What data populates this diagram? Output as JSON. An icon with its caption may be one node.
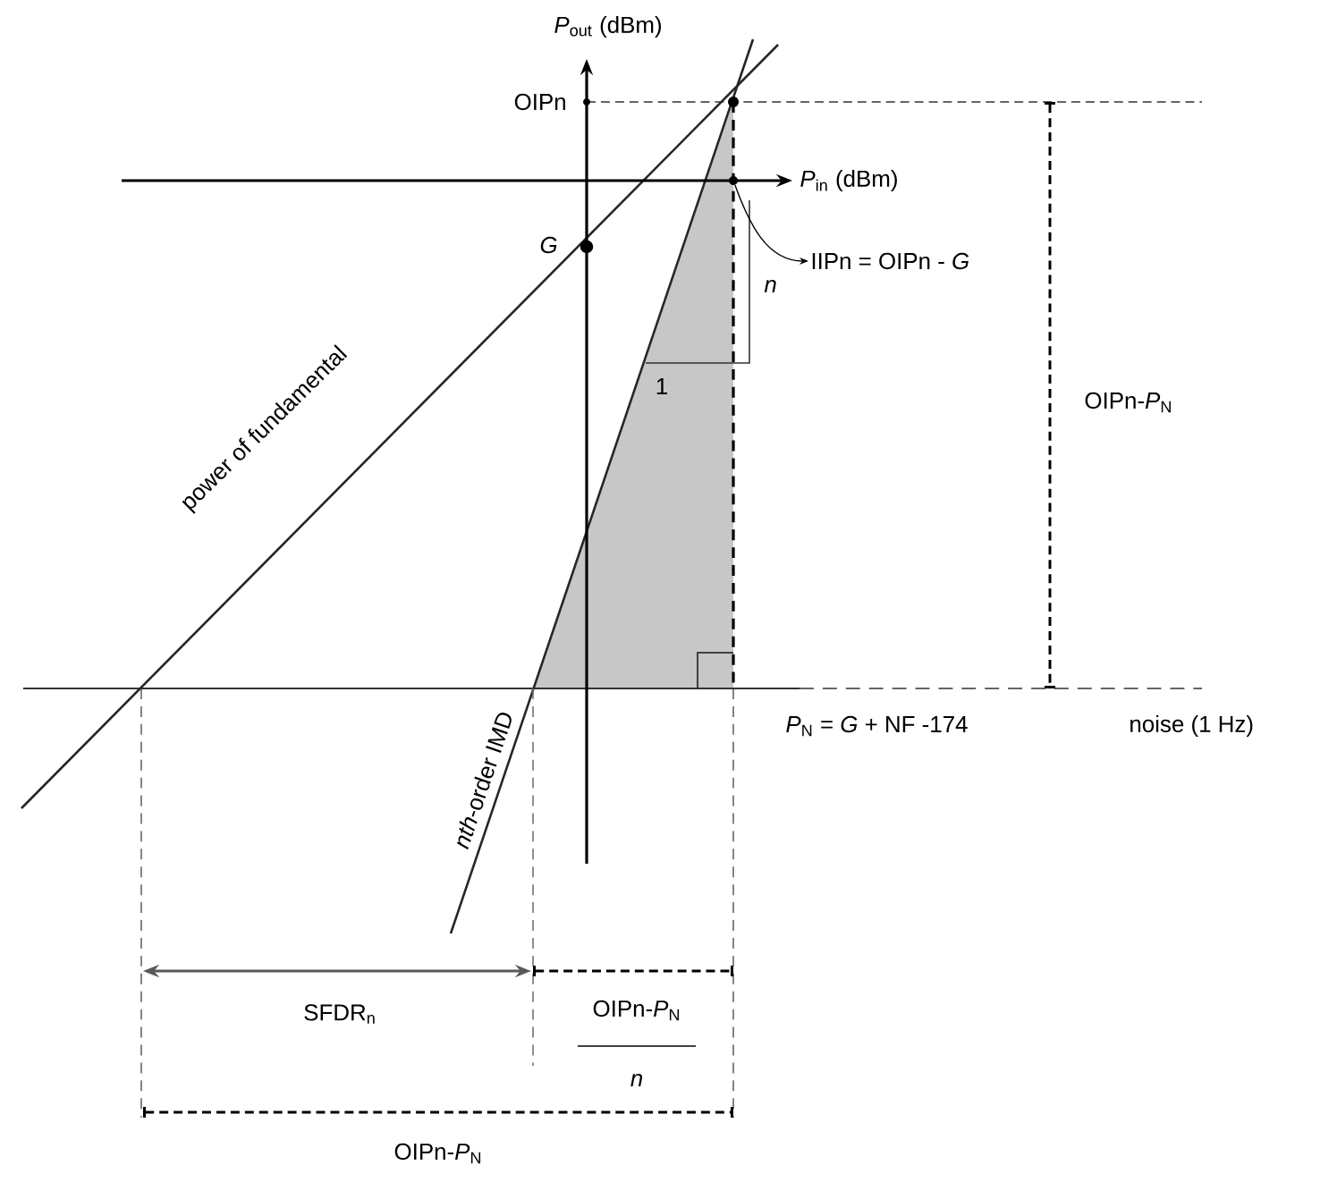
{
  "diagram": {
    "nodes": [
      {
        "text": [
          "IIPn = OIPn - *G*"
        ]
      },
      {
        "text": [],
        "shape": "circle"
      }
    ],
    "edges": [
      {
        "from": 1,
        "to": 0,
        "arrow": "to"
      }
    ],
    "labels": [
      "*P*$_{out}$ (dBm)",
      "OIPn",
      "*P*$_{in}$ (dBm)",
      "*G*",
      "*n*",
      "1",
      "OIPn-*P*$_{N}$",
      "power of fundamental",
      "*nth*-order IMD",
      "*P*$_{N}$ = *G* + NF -174",
      "noise (1 Hz)",
      "SFDR$_{n}$",
      "OIPn-*P*$_{N}$",
      "*n*",
      "OIPn-*P*$_{N}$"
    ]
  }
}
